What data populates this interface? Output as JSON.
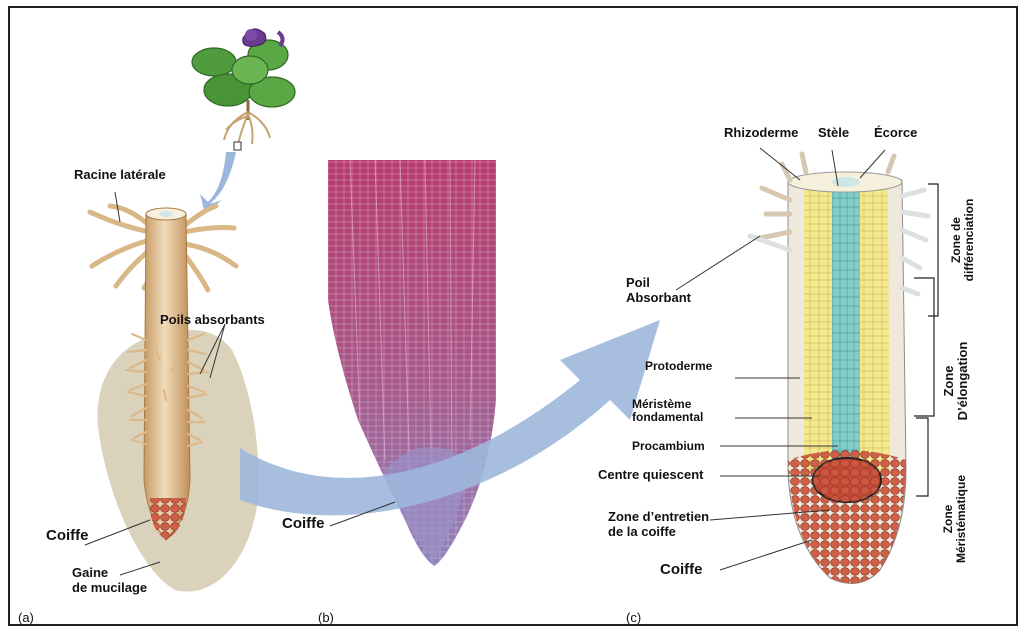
{
  "panels": {
    "a": "(a)",
    "b": "(b)",
    "c": "(c)"
  },
  "labels": {
    "racine_laterale": "Racine latérale",
    "poils_absorbants": "Poils absorbants",
    "coiffe_a": "Coiffe",
    "gaine_line1": "Gaine",
    "gaine_line2": "de mucilage",
    "coiffe_b": "Coiffe",
    "rhizoderme": "Rhizoderme",
    "stele": "Stèle",
    "ecorce": "Écorce",
    "poil_line1": "Poil",
    "poil_line2": "Absorbant",
    "protoderme": "Protoderme",
    "meristeme_line1": "Méristème",
    "meristeme_line2": "fondamental",
    "procambium": "Procambium",
    "centre_quiescent": "Centre quiescent",
    "zone_entretien_line1": "Zone d’entretien",
    "zone_entretien_line2": "de la coiffe",
    "coiffe_c": "Coiffe"
  },
  "zones": {
    "differenciation_line1": "Zone de",
    "differenciation_line2": "différenciation",
    "elongation_line1": "Zone",
    "elongation_line2": "D’élongation",
    "meristematique_line1": "Zone",
    "meristematique_line2": "Méristématique"
  },
  "colors": {
    "root_tan": "#e3c49a",
    "mucilage": "#d6cdb4",
    "cap_red": "#c9563f",
    "cortex_yellow": "#f3e88a",
    "stele_teal": "#7fc9c6",
    "arrow_blue": "#9db7dc",
    "section_magenta": "#b2376b",
    "section_purple": "#8a78b5"
  }
}
